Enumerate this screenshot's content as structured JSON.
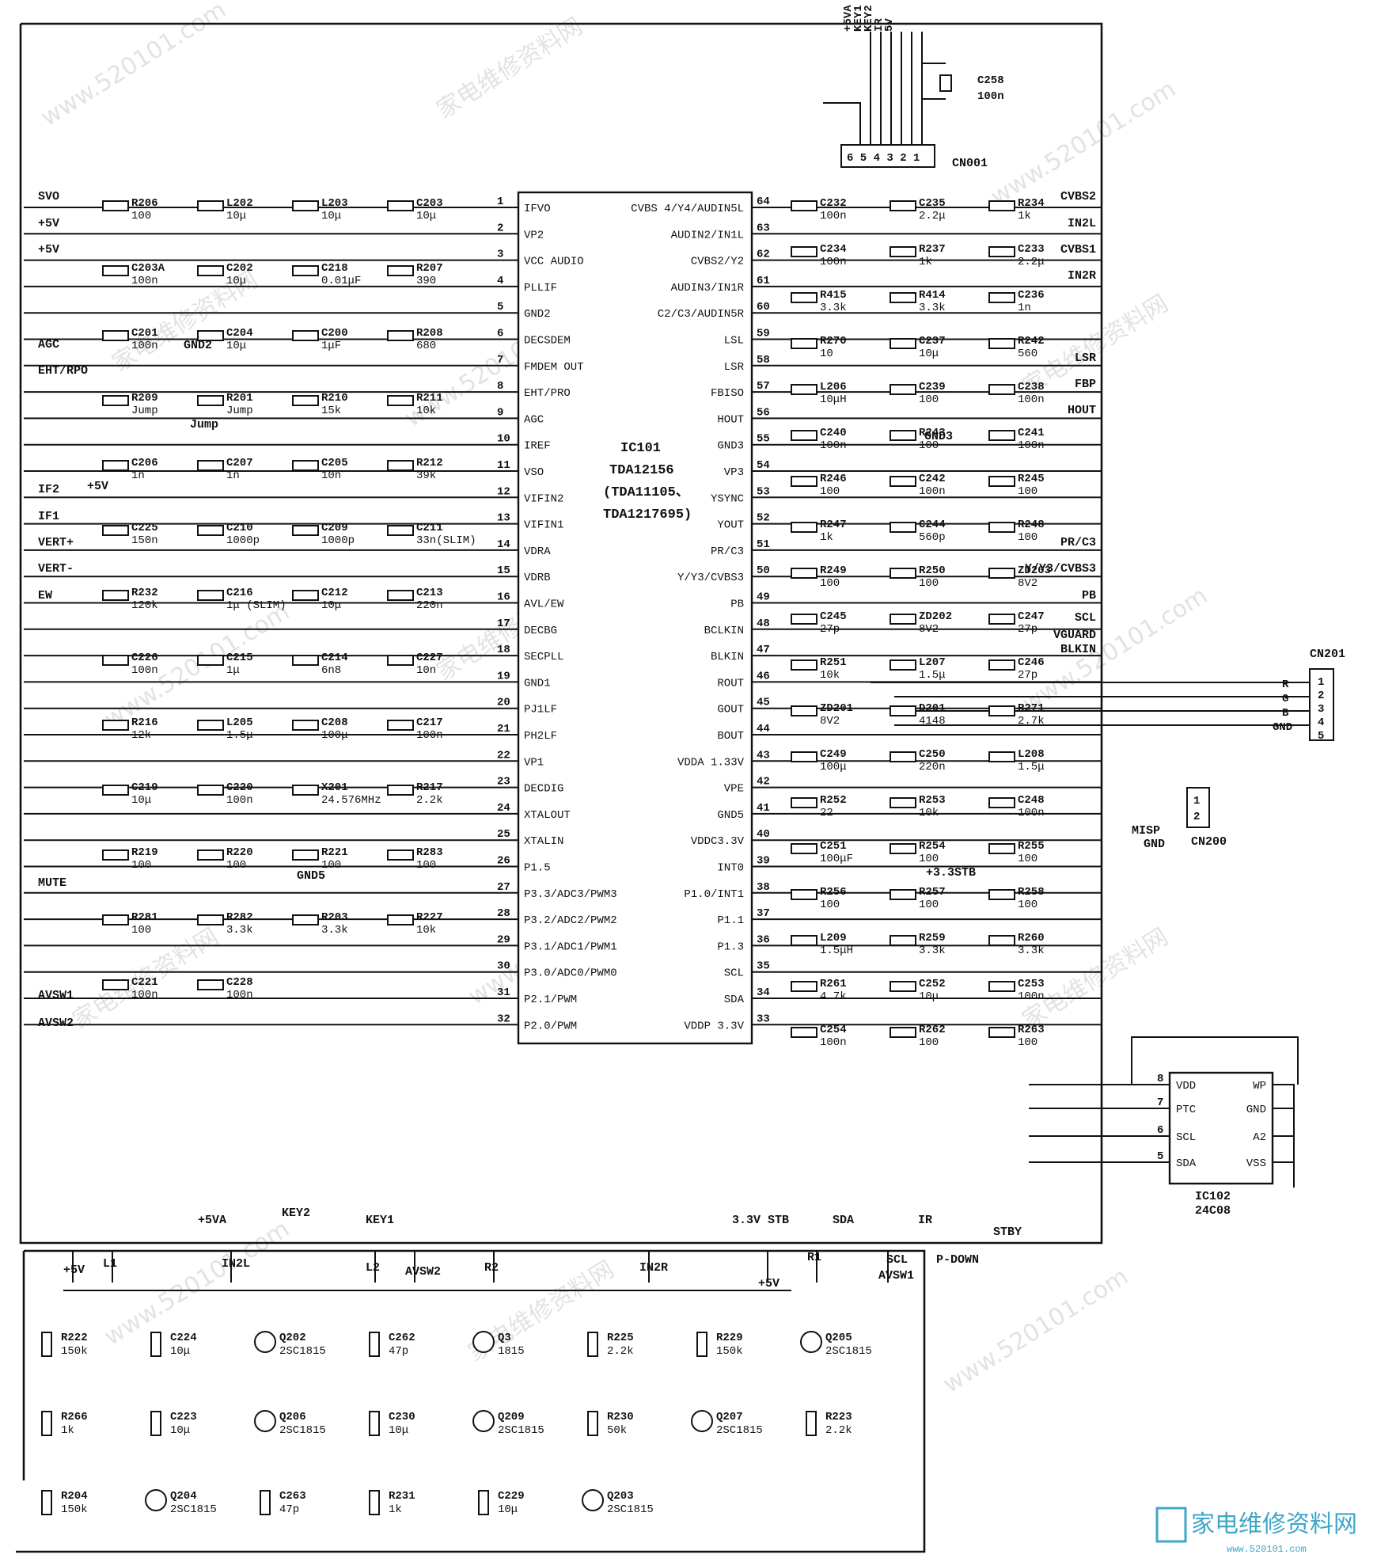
{
  "ic101": {
    "ref": "IC101",
    "part": "TDA12156",
    "alt1": "(TDA11105、",
    "alt2": "TDA1217695)",
    "left_pins": [
      {
        "n": "1",
        "name": "IFVO"
      },
      {
        "n": "2",
        "name": "VP2"
      },
      {
        "n": "3",
        "name": "VCC AUDIO"
      },
      {
        "n": "4",
        "name": "PLLIF"
      },
      {
        "n": "5",
        "name": "GND2"
      },
      {
        "n": "6",
        "name": "DECSDEM"
      },
      {
        "n": "7",
        "name": "FMDEM OUT"
      },
      {
        "n": "8",
        "name": "EHT/PRO"
      },
      {
        "n": "9",
        "name": "AGC"
      },
      {
        "n": "10",
        "name": "IREF"
      },
      {
        "n": "11",
        "name": "VSO"
      },
      {
        "n": "12",
        "name": "VIFIN2"
      },
      {
        "n": "13",
        "name": "VIFIN1"
      },
      {
        "n": "14",
        "name": "VDRA"
      },
      {
        "n": "15",
        "name": "VDRB"
      },
      {
        "n": "16",
        "name": "AVL/EW"
      },
      {
        "n": "17",
        "name": "DECBG"
      },
      {
        "n": "18",
        "name": "SECPLL"
      },
      {
        "n": "19",
        "name": "GND1"
      },
      {
        "n": "20",
        "name": "PJ1LF"
      },
      {
        "n": "21",
        "name": "PH2LF"
      },
      {
        "n": "22",
        "name": "VP1"
      },
      {
        "n": "23",
        "name": "DECDIG"
      },
      {
        "n": "24",
        "name": "XTALOUT"
      },
      {
        "n": "25",
        "name": "XTALIN"
      },
      {
        "n": "26",
        "name": "P1.5"
      },
      {
        "n": "27",
        "name": "P3.3/ADC3/PWM3"
      },
      {
        "n": "28",
        "name": "P3.2/ADC2/PWM2"
      },
      {
        "n": "29",
        "name": "P3.1/ADC1/PWM1"
      },
      {
        "n": "30",
        "name": "P3.0/ADC0/PWM0"
      },
      {
        "n": "31",
        "name": "P2.1/PWM"
      },
      {
        "n": "32",
        "name": "P2.0/PWM"
      }
    ],
    "right_pins": [
      {
        "n": "64",
        "name": "CVBS 4/Y4/AUDIN5L"
      },
      {
        "n": "63",
        "name": "AUDIN2/IN1L"
      },
      {
        "n": "62",
        "name": "CVBS2/Y2"
      },
      {
        "n": "61",
        "name": "AUDIN3/IN1R"
      },
      {
        "n": "60",
        "name": "C2/C3/AUDIN5R"
      },
      {
        "n": "59",
        "name": "LSL"
      },
      {
        "n": "58",
        "name": "LSR"
      },
      {
        "n": "57",
        "name": "FBISO"
      },
      {
        "n": "56",
        "name": "HOUT"
      },
      {
        "n": "55",
        "name": "GND3"
      },
      {
        "n": "54",
        "name": "VP3"
      },
      {
        "n": "53",
        "name": "YSYNC"
      },
      {
        "n": "52",
        "name": "YOUT"
      },
      {
        "n": "51",
        "name": "PR/C3"
      },
      {
        "n": "50",
        "name": "Y/Y3/CVBS3"
      },
      {
        "n": "49",
        "name": "PB"
      },
      {
        "n": "48",
        "name": "BCLKIN"
      },
      {
        "n": "47",
        "name": "BLKIN"
      },
      {
        "n": "46",
        "name": "ROUT"
      },
      {
        "n": "45",
        "name": "GOUT"
      },
      {
        "n": "44",
        "name": "BOUT"
      },
      {
        "n": "43",
        "name": "VDDA 1.33V"
      },
      {
        "n": "42",
        "name": "VPE"
      },
      {
        "n": "41",
        "name": "GND5"
      },
      {
        "n": "40",
        "name": "VDDC3.3V"
      },
      {
        "n": "39",
        "name": "INT0"
      },
      {
        "n": "38",
        "name": "P1.0/INT1"
      },
      {
        "n": "37",
        "name": "P1.1"
      },
      {
        "n": "36",
        "name": "P1.3"
      },
      {
        "n": "35",
        "name": "SCL"
      },
      {
        "n": "34",
        "name": "SDA"
      },
      {
        "n": "33",
        "name": "VDDP 3.3V"
      }
    ]
  },
  "left_nets": [
    "SVO",
    "+5V",
    "+5V",
    "AGC",
    "EHT/RPO",
    "IF2",
    "IF1",
    "VERT+",
    "VERT-",
    "EW",
    "MUTE",
    "AVSW1",
    "AVSW2"
  ],
  "right_nets": [
    "CVBS2",
    "IN2L",
    "CVBS1",
    "IN2R",
    "LSR",
    "FBP",
    "HOUT",
    "PR/C3",
    "Y/Y3/CVBS3",
    "PB",
    "SCL",
    "VGUARD",
    "BLKIN"
  ],
  "cn001": {
    "ref": "CN001",
    "pins": "6 5 4 3 2 1",
    "signals": [
      "+5VA",
      "KEY1",
      "KEY2",
      "IR",
      "5V"
    ],
    "cap": "C258",
    "cap_val": "100n"
  },
  "cn201": {
    "ref": "CN201",
    "pins": [
      "1",
      "2",
      "3",
      "4",
      "5"
    ],
    "signals": [
      "R",
      "G",
      "B",
      "GND"
    ]
  },
  "cn200": {
    "ref": "CN200",
    "pins": [
      "1",
      "2"
    ]
  },
  "ic102": {
    "ref": "IC102",
    "part": "24C08",
    "pins_left": [
      {
        "n": "8",
        "name": "VDD"
      },
      {
        "n": "7",
        "name": "PTC"
      },
      {
        "n": "6",
        "name": "SCL"
      },
      {
        "n": "5",
        "name": "SDA"
      }
    ],
    "pins_right": [
      "WP",
      "GND",
      "A2",
      "VSS"
    ]
  },
  "upper_components": [
    {
      "ref": "R206",
      "val": "100"
    },
    {
      "ref": "L202",
      "val": "10μ"
    },
    {
      "ref": "L203",
      "val": "10μ"
    },
    {
      "ref": "C203",
      "val": "10μ"
    },
    {
      "ref": "C203A",
      "val": "100n"
    },
    {
      "ref": "C202",
      "val": "10μ"
    },
    {
      "ref": "C218",
      "val": "0.01μF"
    },
    {
      "ref": "R207",
      "val": "390"
    },
    {
      "ref": "C201",
      "val": "100n"
    },
    {
      "ref": "C204",
      "val": "10μ"
    },
    {
      "ref": "C200",
      "val": "1μF"
    },
    {
      "ref": "R208",
      "val": "680"
    },
    {
      "ref": "R209",
      "val": "Jump"
    },
    {
      "ref": "R201",
      "val": "Jump"
    },
    {
      "ref": "R210",
      "val": "15k"
    },
    {
      "ref": "R211",
      "val": "10k"
    },
    {
      "ref": "C206",
      "val": "1n"
    },
    {
      "ref": "C207",
      "val": "1n"
    },
    {
      "ref": "C205",
      "val": "10n"
    },
    {
      "ref": "R212",
      "val": "39k"
    },
    {
      "ref": "C225",
      "val": "150n"
    },
    {
      "ref": "C210",
      "val": "1000p"
    },
    {
      "ref": "C209",
      "val": "1000p"
    },
    {
      "ref": "C211",
      "val": "33n(SLIM)"
    },
    {
      "ref": "R232",
      "val": "120k"
    },
    {
      "ref": "C216",
      "val": "1μ (SLIM)"
    },
    {
      "ref": "C212",
      "val": "10μ"
    },
    {
      "ref": "C213",
      "val": "220n"
    },
    {
      "ref": "C226",
      "val": "100n"
    },
    {
      "ref": "C215",
      "val": "1μ"
    },
    {
      "ref": "C214",
      "val": "6n8"
    },
    {
      "ref": "C227",
      "val": "10n"
    },
    {
      "ref": "R216",
      "val": "12k"
    },
    {
      "ref": "L205",
      "val": "1.5μ"
    },
    {
      "ref": "C208",
      "val": "100μ"
    },
    {
      "ref": "C217",
      "val": "100n"
    },
    {
      "ref": "C219",
      "val": "10μ"
    },
    {
      "ref": "C220",
      "val": "100n"
    },
    {
      "ref": "X201",
      "val": "24.576MHz"
    },
    {
      "ref": "R217",
      "val": "2.2k"
    },
    {
      "ref": "R219",
      "val": "100"
    },
    {
      "ref": "R220",
      "val": "100"
    },
    {
      "ref": "R221",
      "val": "100"
    },
    {
      "ref": "R283",
      "val": "100"
    },
    {
      "ref": "R281",
      "val": "100"
    },
    {
      "ref": "R282",
      "val": "3.3k"
    },
    {
      "ref": "R203",
      "val": "3.3k"
    },
    {
      "ref": "R227",
      "val": "10k"
    },
    {
      "ref": "C221",
      "val": "100n"
    },
    {
      "ref": "C228",
      "val": "100n"
    },
    {
      "ref": "C232",
      "val": "100n"
    },
    {
      "ref": "C235",
      "val": "2.2μ"
    },
    {
      "ref": "R234",
      "val": "1k"
    },
    {
      "ref": "C234",
      "val": "100n"
    },
    {
      "ref": "R237",
      "val": "1k"
    },
    {
      "ref": "C233",
      "val": "2.2μ"
    },
    {
      "ref": "R415",
      "val": "3.3k"
    },
    {
      "ref": "R414",
      "val": "3.3k"
    },
    {
      "ref": "C236",
      "val": "1n"
    },
    {
      "ref": "R270",
      "val": "10"
    },
    {
      "ref": "C237",
      "val": "10μ"
    },
    {
      "ref": "R242",
      "val": "560"
    },
    {
      "ref": "L206",
      "val": "10μH"
    },
    {
      "ref": "C239",
      "val": "100"
    },
    {
      "ref": "C238",
      "val": "100n"
    },
    {
      "ref": "C240",
      "val": "100n"
    },
    {
      "ref": "R243",
      "val": "100"
    },
    {
      "ref": "C241",
      "val": "100n"
    },
    {
      "ref": "R246",
      "val": "100"
    },
    {
      "ref": "C242",
      "val": "100n"
    },
    {
      "ref": "R245",
      "val": "100"
    },
    {
      "ref": "R247",
      "val": "1k"
    },
    {
      "ref": "C244",
      "val": "560p"
    },
    {
      "ref": "R248",
      "val": "100"
    },
    {
      "ref": "R249",
      "val": "100"
    },
    {
      "ref": "R250",
      "val": "100"
    },
    {
      "ref": "ZD203",
      "val": "8V2"
    },
    {
      "ref": "C245",
      "val": "27p"
    },
    {
      "ref": "ZD202",
      "val": "8V2"
    },
    {
      "ref": "C247",
      "val": "27p"
    },
    {
      "ref": "R251",
      "val": "10k"
    },
    {
      "ref": "L207",
      "val": "1.5μ"
    },
    {
      "ref": "C246",
      "val": "27p"
    },
    {
      "ref": "ZD201",
      "val": "8V2"
    },
    {
      "ref": "D201",
      "val": "4148"
    },
    {
      "ref": "R271",
      "val": "2.7k"
    },
    {
      "ref": "C249",
      "val": "100μ"
    },
    {
      "ref": "C250",
      "val": "220n"
    },
    {
      "ref": "L208",
      "val": "1.5μ"
    },
    {
      "ref": "R252",
      "val": "22"
    },
    {
      "ref": "R253",
      "val": "10k"
    },
    {
      "ref": "C248",
      "val": "100n"
    },
    {
      "ref": "C251",
      "val": "100μF"
    },
    {
      "ref": "R254",
      "val": "100"
    },
    {
      "ref": "R255",
      "val": "100"
    },
    {
      "ref": "R256",
      "val": "100"
    },
    {
      "ref": "R257",
      "val": "100"
    },
    {
      "ref": "R258",
      "val": "100"
    },
    {
      "ref": "L209",
      "val": "1.5μH"
    },
    {
      "ref": "R259",
      "val": "3.3k"
    },
    {
      "ref": "R260",
      "val": "3.3k"
    },
    {
      "ref": "R261",
      "val": "4.7k"
    },
    {
      "ref": "C252",
      "val": "10μ"
    },
    {
      "ref": "C253",
      "val": "100n"
    },
    {
      "ref": "C254",
      "val": "100n"
    },
    {
      "ref": "R262",
      "val": "100"
    },
    {
      "ref": "R263",
      "val": "100"
    }
  ],
  "misc_labels": [
    "GND2",
    "GND3",
    "GND5",
    "+3.3STB",
    "+5V",
    "+5VA",
    "KEY2",
    "KEY1",
    "3.3V STB",
    "SDA",
    "IR",
    "SCL",
    "STBY",
    "P-DOWN",
    "MISP",
    "GND",
    "Jump"
  ],
  "bottom": {
    "nets": [
      "L1",
      "IN2L",
      "L2",
      "AVSW2",
      "R2",
      "IN2R",
      "R1",
      "AVSW1",
      "+5V",
      "+5V"
    ],
    "components": [
      {
        "ref": "R222",
        "val": "150k"
      },
      {
        "ref": "C224",
        "val": "10μ"
      },
      {
        "ref": "Q202",
        "val": "2SC1815"
      },
      {
        "ref": "C262",
        "val": "47p"
      },
      {
        "ref": "Q3",
        "val": "1815"
      },
      {
        "ref": "R225",
        "val": "2.2k"
      },
      {
        "ref": "R229",
        "val": "150k"
      },
      {
        "ref": "Q205",
        "val": "2SC1815"
      },
      {
        "ref": "R266",
        "val": "1k"
      },
      {
        "ref": "C223",
        "val": "10μ"
      },
      {
        "ref": "Q206",
        "val": "2SC1815"
      },
      {
        "ref": "C230",
        "val": "10μ"
      },
      {
        "ref": "Q209",
        "val": "2SC1815"
      },
      {
        "ref": "R230",
        "val": "50k"
      },
      {
        "ref": "Q207",
        "val": "2SC1815"
      },
      {
        "ref": "R223",
        "val": "2.2k"
      },
      {
        "ref": "R204",
        "val": "150k"
      },
      {
        "ref": "Q204",
        "val": "2SC1815"
      },
      {
        "ref": "C263",
        "val": "47p"
      },
      {
        "ref": "R231",
        "val": "1k"
      },
      {
        "ref": "C229",
        "val": "10μ"
      },
      {
        "ref": "Q203",
        "val": "2SC1815"
      }
    ]
  },
  "watermarks": {
    "site": "www.520101.com",
    "brand": "家电维修资料网",
    "logo_text": "家电维修资料网",
    "logo_sub": "www.520101.com"
  }
}
